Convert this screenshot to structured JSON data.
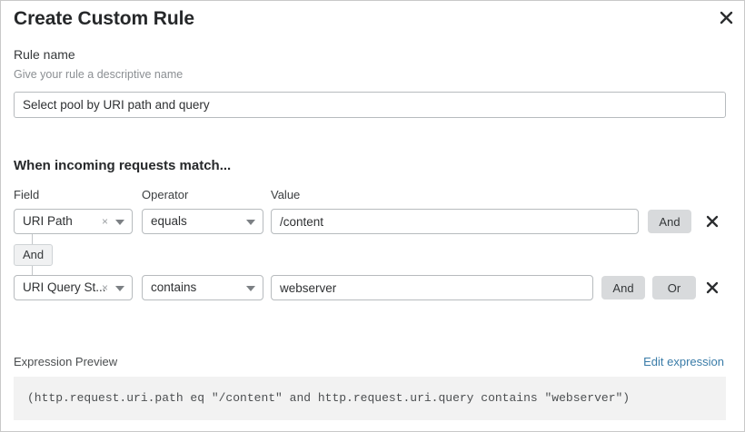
{
  "dialog": {
    "title": "Create Custom Rule",
    "close_icon": "close-icon"
  },
  "rule_name": {
    "label": "Rule name",
    "help": "Give your rule a descriptive name",
    "value": "Select pool by URI path and query",
    "placeholder": ""
  },
  "match_section": {
    "heading": "When incoming requests match...",
    "columns": {
      "field": "Field",
      "operator": "Operator",
      "value": "Value"
    },
    "connector": {
      "label": "And"
    },
    "rows": [
      {
        "field": "URI Path",
        "field_clear_icon": "clear-icon",
        "field_caret_icon": "chevron-down-icon",
        "operator": "equals",
        "operator_caret_icon": "chevron-down-icon",
        "value": "/content",
        "and_label": "And",
        "delete_icon": "close-icon"
      },
      {
        "field": "URI Query St...",
        "field_clear_icon": "clear-icon",
        "field_caret_icon": "chevron-down-icon",
        "operator": "contains",
        "operator_caret_icon": "chevron-down-icon",
        "value": "webserver",
        "and_label": "And",
        "or_label": "Or",
        "delete_icon": "close-icon"
      }
    ]
  },
  "expression_preview": {
    "label": "Expression Preview",
    "edit_link": "Edit expression",
    "code": "(http.request.uri.path eq \"/content\" and http.request.uri.query contains \"webserver\")"
  },
  "colors": {
    "link": "#3a7ca8",
    "pill_bg": "#d8dadc",
    "code_bg": "#f2f2f2",
    "border": "#b7bbbe"
  }
}
